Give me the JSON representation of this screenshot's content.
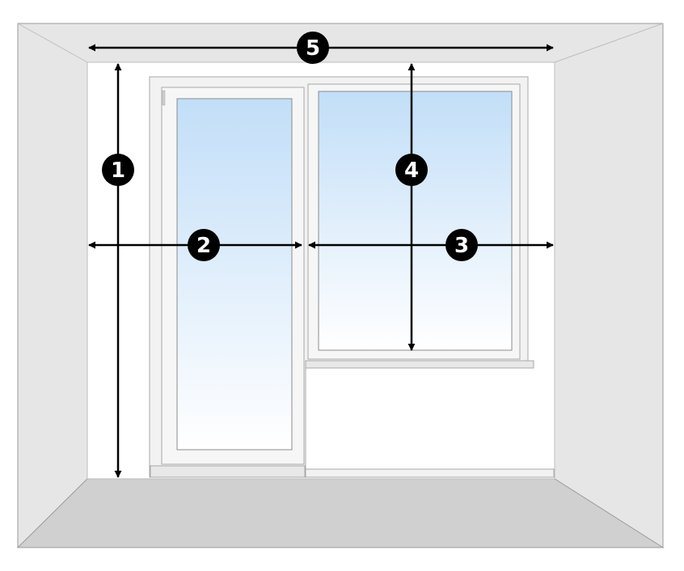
{
  "diagram": {
    "colors": {
      "wall": "#e6e6e6",
      "back_wall": "#ffffff",
      "floor": "#d0d0d0",
      "frame": "#efefef",
      "frame_stroke": "#a8a8a8",
      "glass_top": "#c2def8",
      "glass_bottom": "#ffffff",
      "arrow": "#000000",
      "marker_fill": "#000000",
      "marker_text": "#ffffff"
    },
    "markers": [
      {
        "id": "1",
        "label": "1"
      },
      {
        "id": "2",
        "label": "2"
      },
      {
        "id": "3",
        "label": "3"
      },
      {
        "id": "4",
        "label": "4"
      },
      {
        "id": "5",
        "label": "5"
      }
    ]
  }
}
